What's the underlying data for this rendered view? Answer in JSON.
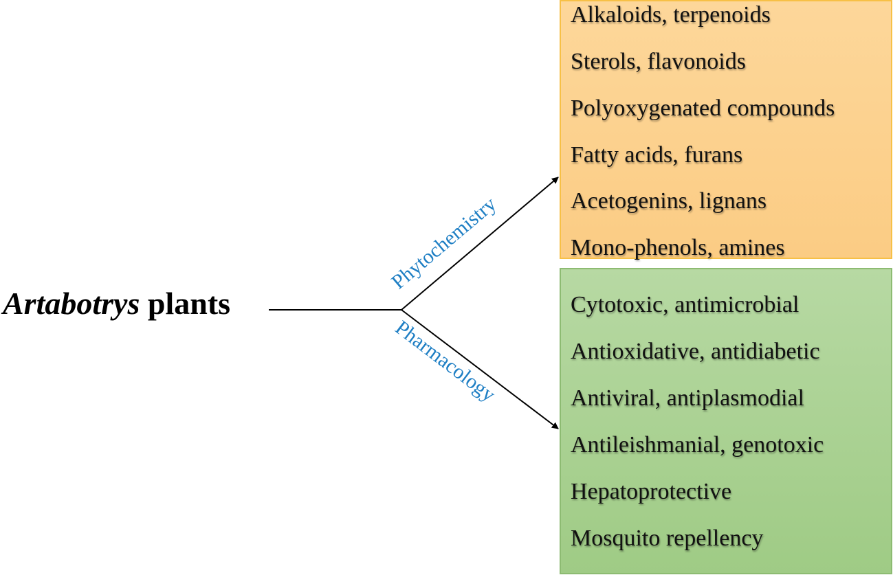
{
  "root": {
    "genus": "Artabotrys",
    "rest": " plants"
  },
  "branches": [
    {
      "label": "Phytochemistry",
      "label_color": "#1f7fc4",
      "box_color": "#fdd79a",
      "items": [
        "Alkaloids, terpenoids",
        "Sterols, flavonoids",
        "Polyoxygenated compounds",
        "Fatty acids, furans",
        "Acetogenins, lignans",
        "Mono-phenols, amines"
      ]
    },
    {
      "label": "Pharmacology",
      "label_color": "#1f7fc4",
      "box_color": "#a9d18e",
      "items": [
        "Cytotoxic, antimicrobial",
        "Antioxidative, antidiabetic",
        "Antiviral, antiplasmodial",
        "Antileishmanial, genotoxic",
        "Hepatoprotective",
        "Mosquito repellency"
      ]
    }
  ]
}
